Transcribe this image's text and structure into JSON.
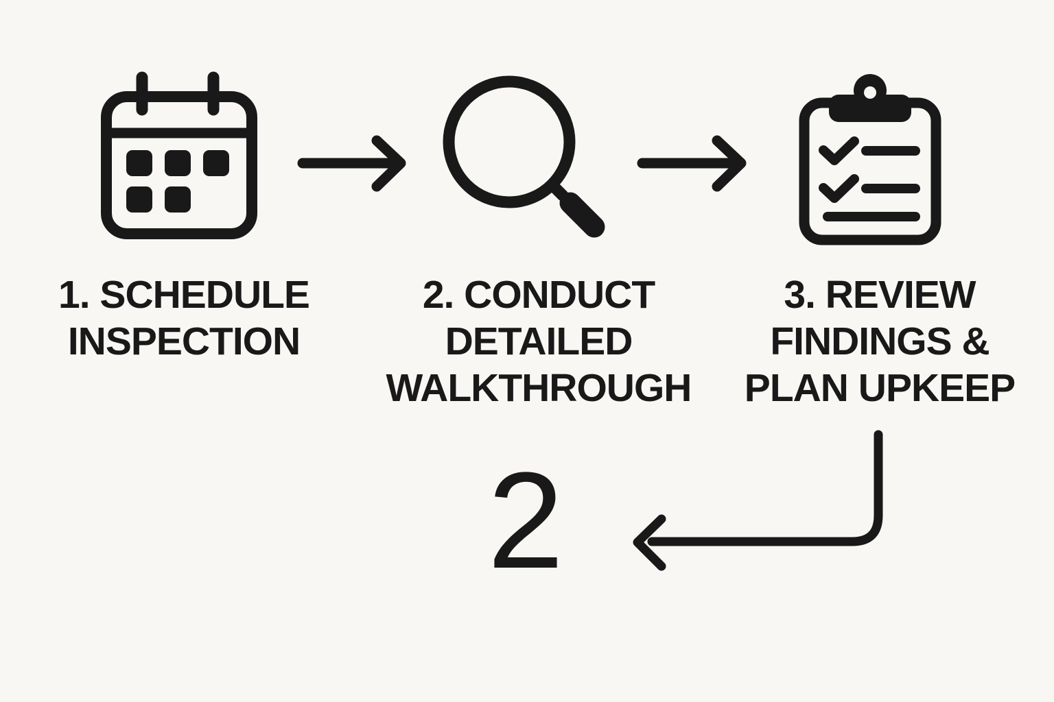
{
  "colors": {
    "background": "#f8f7f4",
    "ink": "#191919"
  },
  "diagram": {
    "type": "process-flow",
    "steps": [
      {
        "number": "1",
        "icon": "calendar-icon",
        "label": "1. SCHEDULE\nINSPECTION"
      },
      {
        "number": "2",
        "icon": "magnifier-icon",
        "label": "2. CONDUCT\nDETAILED\nWALKTHROUGH"
      },
      {
        "number": "3",
        "icon": "clipboard-checklist-icon",
        "label": "3. REVIEW\nFINDINGS &\nPLAN UPKEEP"
      }
    ],
    "connectors": [
      {
        "from": "1",
        "to": "2",
        "shape": "arrow-right"
      },
      {
        "from": "2",
        "to": "3",
        "shape": "arrow-right"
      },
      {
        "from": "3",
        "to": "page-number",
        "shape": "elbow-arrow-down-left"
      }
    ]
  },
  "footer": {
    "page_number": "2"
  }
}
